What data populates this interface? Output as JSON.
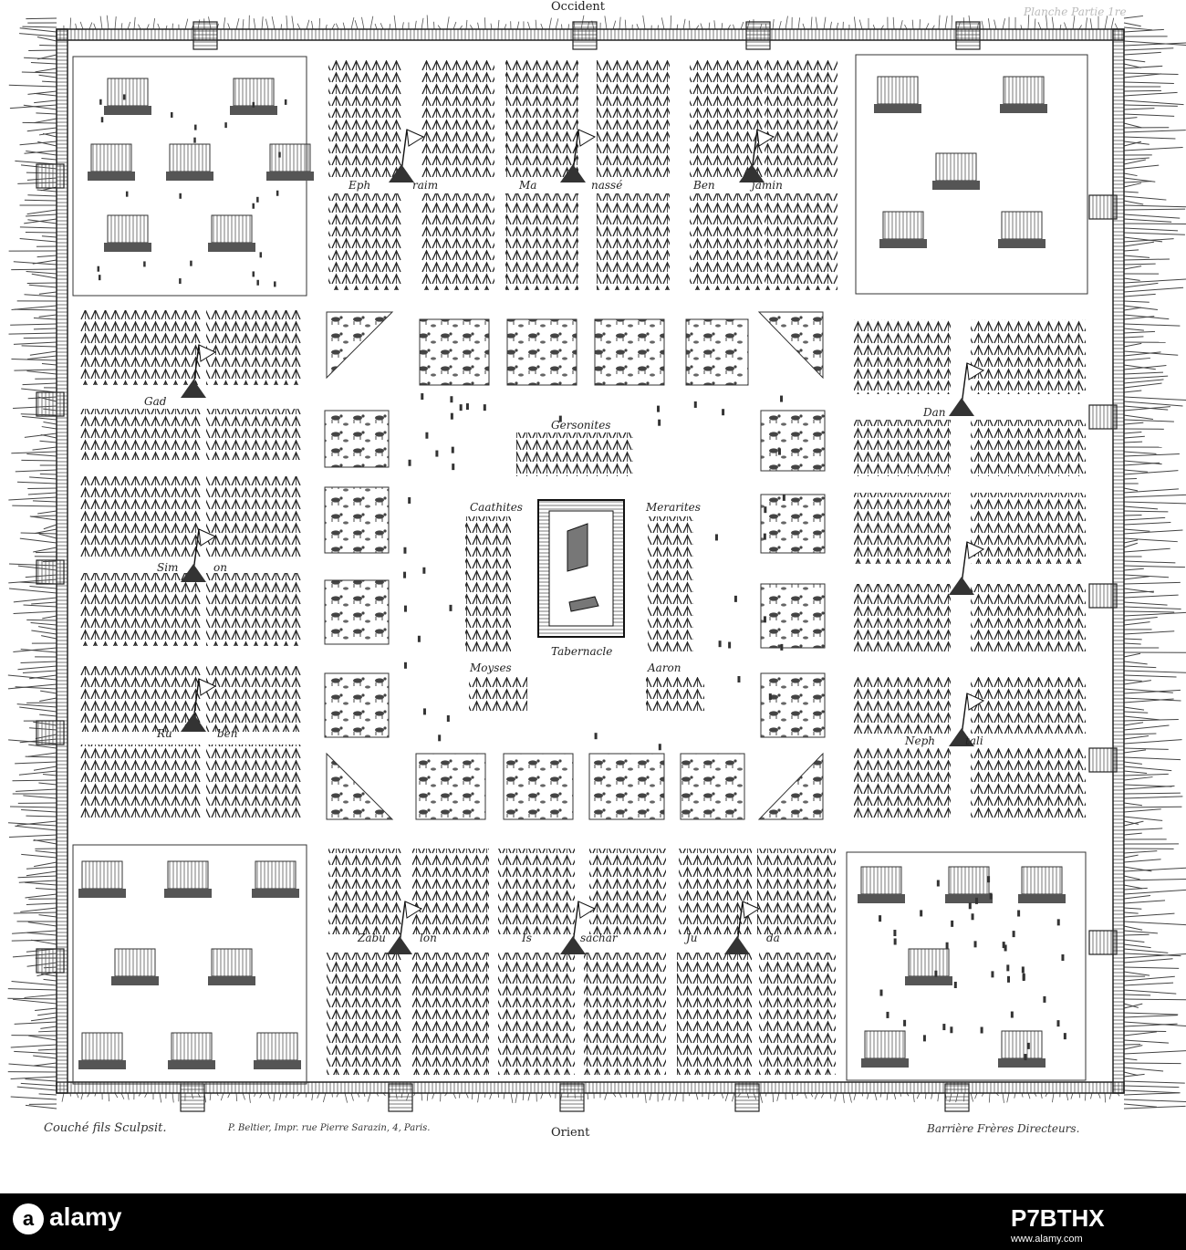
{
  "directions": {
    "top": "Occident",
    "bottom": "Orient"
  },
  "plate_number": "Planche Partie 1re",
  "credits": {
    "engraver": "Couché fils Sculpsit.",
    "printer": "P. Beltier, Impr. rue Pierre Sarazin, 4, Paris.",
    "publisher": "Barrière Frères Directeurs."
  },
  "tribes": {
    "ephraim": [
      "Eph",
      "raim"
    ],
    "manasse": [
      "Ma",
      "nassé"
    ],
    "benjamin": [
      "Ben",
      "jamin"
    ],
    "gad": "Gad",
    "simeon": [
      "Sim",
      "on"
    ],
    "ruben": [
      "Ru",
      "ben"
    ],
    "dan": "Dan",
    "nephtali": [
      "Neph",
      "tali"
    ],
    "zabulon": [
      "Zabu",
      "lon"
    ],
    "issachar": [
      "Is",
      "sachar"
    ],
    "juda": [
      "Ju",
      "da"
    ]
  },
  "central": {
    "gersonites": "Gersonites",
    "caathites": "Caathites",
    "merarites": "Merarites",
    "tabernacle": "Tabernacle",
    "moyses": "Moyses",
    "aaron": "Aaron"
  },
  "stock": {
    "logo_mark": "a",
    "logo_text": "alamy",
    "image_id": "P7BTHX",
    "url": "www.alamy.com"
  },
  "colors": {
    "ink": "#222222",
    "paper": "#ffffff",
    "hatch": "#555555"
  }
}
